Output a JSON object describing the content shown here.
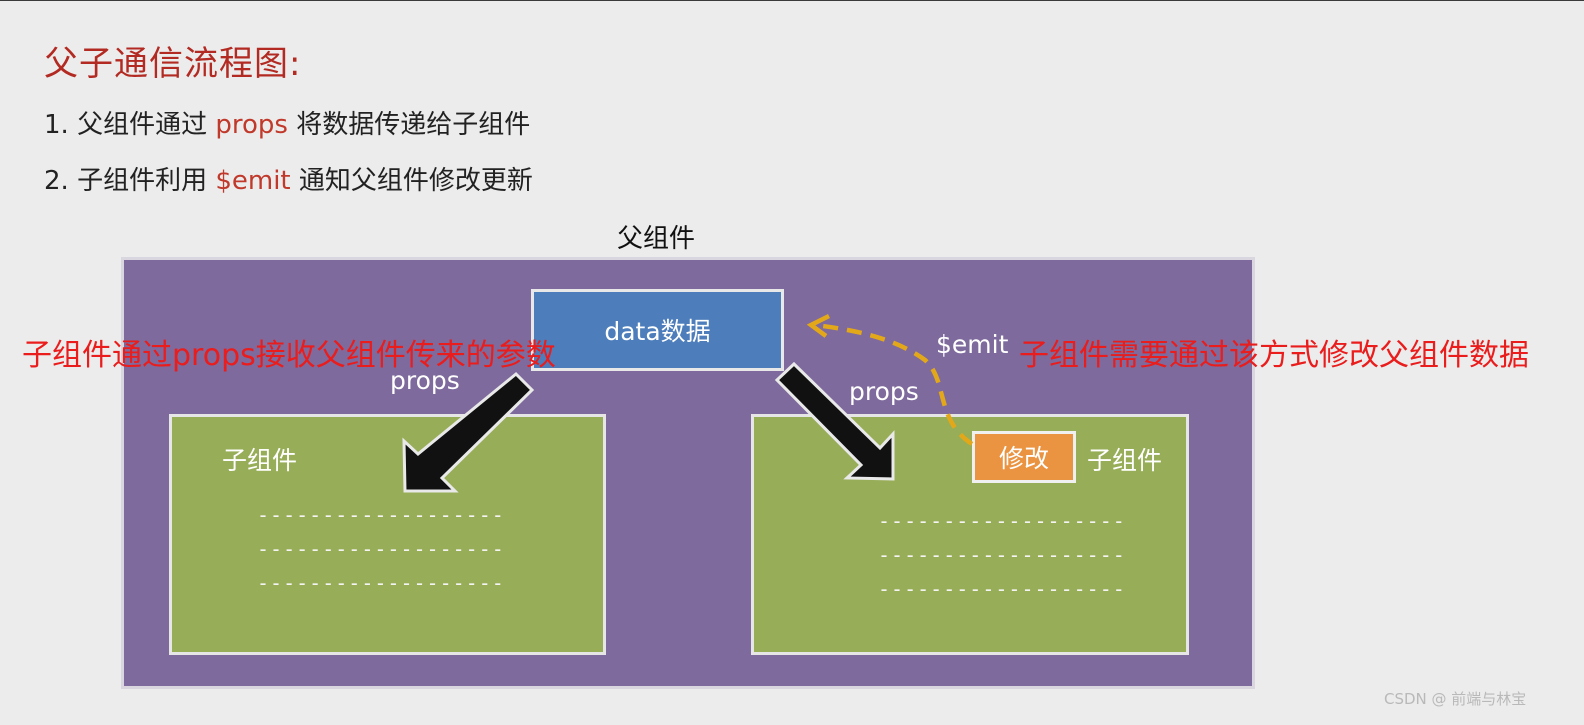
{
  "heading": {
    "title": "父子通信流程图:",
    "line1_prefix": "1. 父组件通过 ",
    "line1_keyword": "props",
    "line1_suffix": " 将数据传递给子组件",
    "line2_prefix": "2. 子组件利用 ",
    "line2_keyword": "$emit",
    "line2_suffix": " 通知父组件修改更新"
  },
  "diagram": {
    "parent_label": "父组件",
    "data_box_label": "data数据",
    "left_child_label": "子组件",
    "right_child_label": "子组件",
    "modify_button": "修改",
    "props_left": "props",
    "props_right": "props",
    "emit_label": "$emit",
    "dash_line": "-------------------"
  },
  "annotations": {
    "left": "子组件通过props接收父组件传来的参数",
    "right": "子组件需要通过该方式修改父组件数据"
  },
  "watermark": "CSDN @ 前端与林宝"
}
